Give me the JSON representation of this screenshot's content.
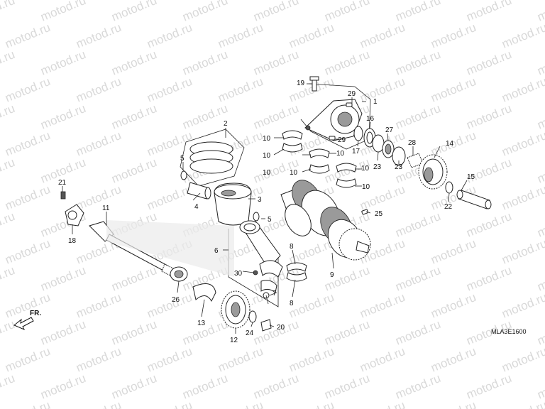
{
  "watermark": "motod.ru",
  "diagram_code": "MLA3E1600",
  "direction_label": "FR.",
  "callouts": [
    "1",
    "2",
    "3",
    "4",
    "5",
    "5",
    "6",
    "7",
    "8",
    "8",
    "9",
    "10",
    "10",
    "10",
    "10",
    "10",
    "10",
    "10",
    "11",
    "12",
    "13",
    "14",
    "15",
    "16",
    "17",
    "18",
    "19",
    "20",
    "21",
    "22",
    "23",
    "23",
    "24",
    "25",
    "26",
    "27",
    "28",
    "29",
    "29",
    "30"
  ]
}
